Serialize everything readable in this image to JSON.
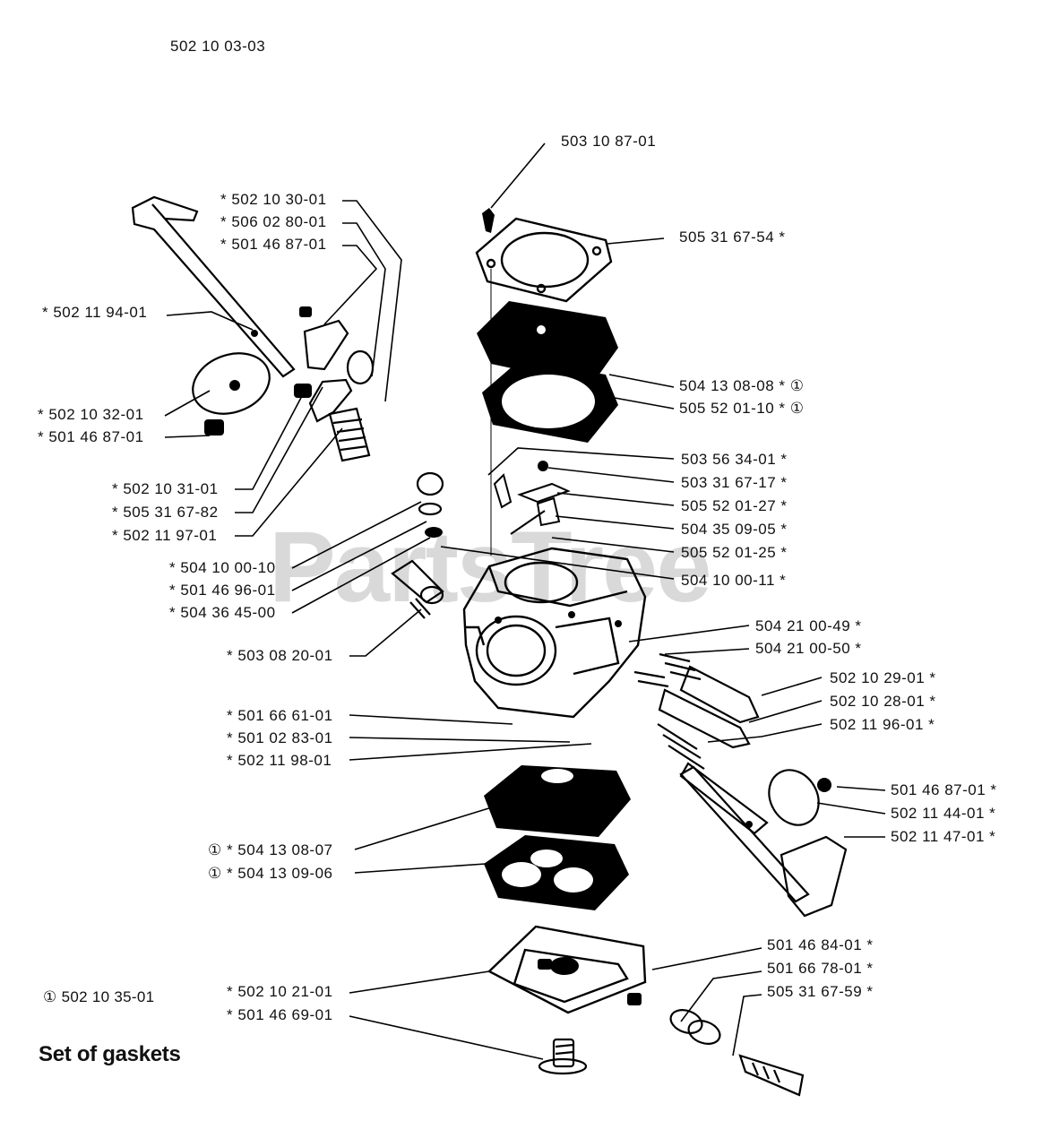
{
  "header": {
    "drawing_number": "502 10 03-03"
  },
  "watermark": "PartsTree",
  "footnote": "① 502 10 35-01",
  "caption": "Set of gaskets",
  "labels": [
    "503 10 87-01",
    "* 502 10 30-01",
    "* 506 02 80-01",
    "* 501 46 87-01",
    "505 31 67-54 *",
    "* 502 11 94-01",
    "504 13 08-08 * ①",
    "505 52 01-10 * ①",
    "* 502 10 32-01",
    "* 501 46 87-01",
    "503 56 34-01 *",
    "503 31 67-17 *",
    "* 502 10 31-01",
    "505 52 01-27 *",
    "* 505 31 67-82",
    "504 35 09-05 *",
    "* 502 11 97-01",
    "505 52 01-25 *",
    "* 504 10 00-10",
    "504 10 00-11 *",
    "* 501 46 96-01",
    "* 504 36 45-00",
    "504 21 00-49 *",
    "* 503 08 20-01",
    "504 21 00-50 *",
    "502 10 29-01 *",
    "* 501 66 61-01",
    "502 10 28-01 *",
    "* 501 02 83-01",
    "502 11 96-01 *",
    "* 502 11 98-01",
    "501 46 87-01 *",
    "502 11 44-01 *",
    "① * 504 13 08-07",
    "502 11 47-01 *",
    "① * 504 13 09-06",
    "501 46 84-01 *",
    "501 66 78-01 *",
    "* 502 10 21-01",
    "505 31 67-59 *",
    "* 501 46 69-01"
  ]
}
